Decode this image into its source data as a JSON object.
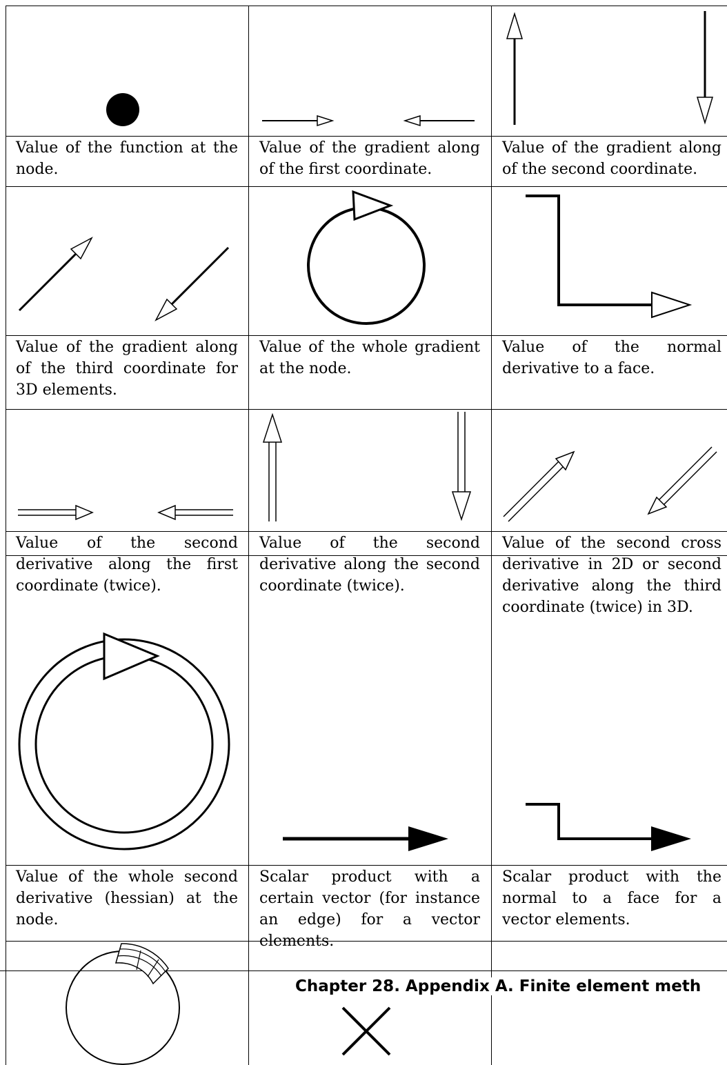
{
  "chapter_header": "Chapter 28.  Appendix A. Finite element meth",
  "rows": [
    {
      "cells": [
        {
          "symbol": "filled-dot-icon",
          "caption": "Value of the function at the node."
        },
        {
          "symbol": "horizontal-arrows-icon",
          "caption": "Value of the gradient along of the first coordinate."
        },
        {
          "symbol": "vertical-arrows-icon",
          "caption": "Value of the gradient along of the second coordinate."
        }
      ]
    },
    {
      "cells": [
        {
          "symbol": "diagonal-arrows-icon",
          "caption": "Value of the gradient along of the third coordinate for 3D elements."
        },
        {
          "symbol": "circle-arrow-icon",
          "caption": "Value of the whole gradient at the node."
        },
        {
          "symbol": "normal-derivative-arrow-icon",
          "caption": "Value of the normal derivative to a face."
        }
      ]
    },
    {
      "cells": [
        {
          "symbol": "double-horizontal-arrows-icon",
          "caption": "Value of the second derivative along the first coordinate (twice)."
        },
        {
          "symbol": "double-vertical-arrows-icon",
          "caption": "Value of the second derivative along the second coordinate (twice)."
        },
        {
          "symbol": "double-diagonal-arrows-icon",
          "caption": "Value of the second cross derivative in 2D or second derivative along the third coordinate (twice) in 3D."
        }
      ]
    },
    {
      "cells": [
        {
          "symbol": "double-circle-arrow-icon",
          "caption": "Value of the whole second derivative (hessian) at the node."
        },
        {
          "symbol": "filled-arrow-icon",
          "caption": "Scalar product with a certain vector (for instance an edge) for a vector elements."
        },
        {
          "symbol": "normal-filled-arrow-icon",
          "caption": "Scalar product with the normal to a face for a vector elements."
        }
      ]
    },
    {
      "cells": [
        {
          "symbol": "circle-grid-icon",
          "caption": ""
        },
        {
          "symbol": "cross-icon",
          "caption": ""
        },
        {
          "symbol": "",
          "caption": ""
        }
      ]
    }
  ]
}
